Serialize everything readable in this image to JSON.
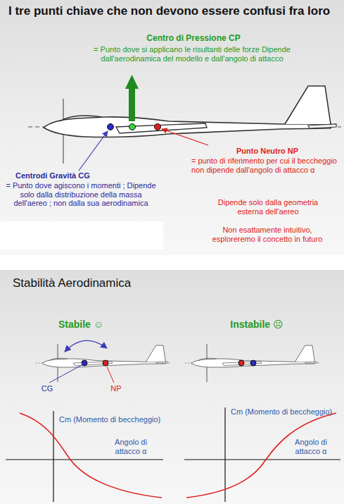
{
  "diagram": {
    "title": "I tre punti chiave che non devono essere confusi fra loro",
    "labels": [
      "Centro di Pressione CP",
      "= Punto dove si applicano le risultanti delle forze Dipende dall'aerodinamica del modello e dall'angolo di attacco",
      "Centrodi Gravità CG",
      "= Punto dove agiscono i momenti ; Dipende solo dalla distribuzione della massa dell'aereo ; non dalla sua aerodinamica",
      "Punto Neutro NP",
      "= punto di riferimento per cui il beccheggio non dipende dall'angolo di attacco α",
      "Dipende solo dalla geometria esterna dell'aereo",
      "Non esattamente intuitivo, esploreremo il concetto in futuro",
      "Stabilità Aerodinamica",
      "Stabile ☺",
      "Instabile ☹",
      "CG",
      "NP",
      "Cm (Momento di beccheggio)",
      "Angolo di attacco α",
      "Cm (Momento di beccheggio)",
      "Angolo di attacco α"
    ]
  }
}
